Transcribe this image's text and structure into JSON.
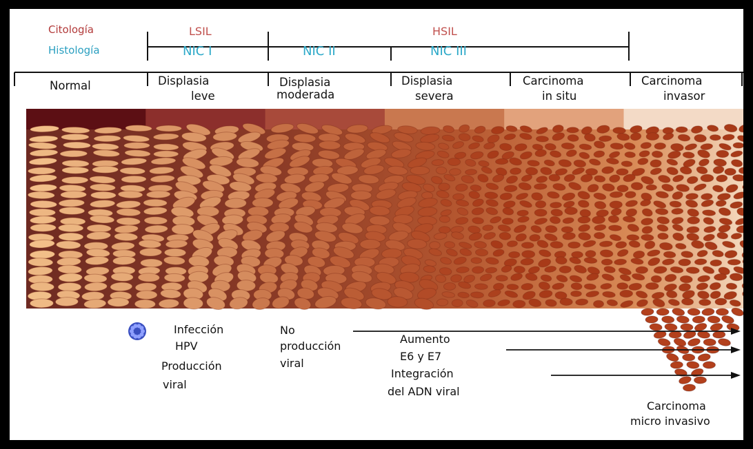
{
  "header": {
    "citologia": "Citología",
    "histologia": "Histología",
    "lsil": "LSIL",
    "hsil": "HSIL",
    "nic1": "NIC I",
    "nic2": "NIC II",
    "nic3": "NIC III"
  },
  "stages": [
    {
      "line1": "Normal",
      "line2": ""
    },
    {
      "line1": "Displasia",
      "line2": "leve"
    },
    {
      "line1": "Displasia",
      "line2": "moderada"
    },
    {
      "line1": "Displasia",
      "line2": "severa"
    },
    {
      "line1": "Carcinoma",
      "line2": "in situ"
    },
    {
      "line1": "Carcinoma",
      "line2": "invasor"
    }
  ],
  "notes": {
    "infeccion": "Infección",
    "hpv": "HPV",
    "produccion": "Producción",
    "viral1": "viral",
    "no": "No",
    "no_produccion": "producción",
    "viral2": "viral",
    "aumento": "Aumento",
    "e6e7": "E6 y E7",
    "integracion": "Integración",
    "adn": "del ADN  viral",
    "carcinoma": "Carcinoma",
    "micro": "micro invasivo"
  },
  "colors": {
    "band_dark": "#5c0f14",
    "cell_light": "#f2c08a",
    "cell_dark": "#b3401c",
    "virus": "#3a4fc0"
  }
}
